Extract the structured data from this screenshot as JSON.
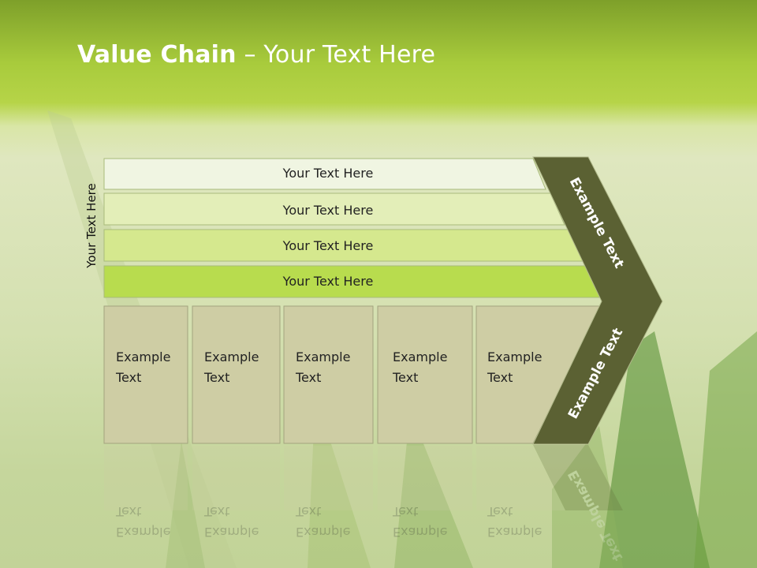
{
  "slide": {
    "title_bold": "Value Chain",
    "title_rest": " – Your Text Here",
    "side_label": "Your Text Here"
  },
  "bars": [
    {
      "label": "Your Text Here",
      "color": "#f0f5e2"
    },
    {
      "label": "Your Text Here",
      "color": "#e3eeb8"
    },
    {
      "label": "Your Text Here",
      "color": "#d5e88e"
    },
    {
      "label": "Your Text Here",
      "color": "#b8dc4e"
    }
  ],
  "boxes": [
    {
      "line1": "Example",
      "line2": "Text"
    },
    {
      "line1": "Example",
      "line2": "Text"
    },
    {
      "line1": "Example",
      "line2": "Text"
    },
    {
      "line1": "Example",
      "line2": "Text"
    },
    {
      "line1": "Example",
      "line2": "Text"
    }
  ],
  "chevron": {
    "upper_label": "Example Text",
    "lower_label": "Example Text",
    "color": "#5b6133"
  },
  "colors": {
    "box_fill": "#cecda4",
    "box_stroke": "#a3a47e"
  }
}
